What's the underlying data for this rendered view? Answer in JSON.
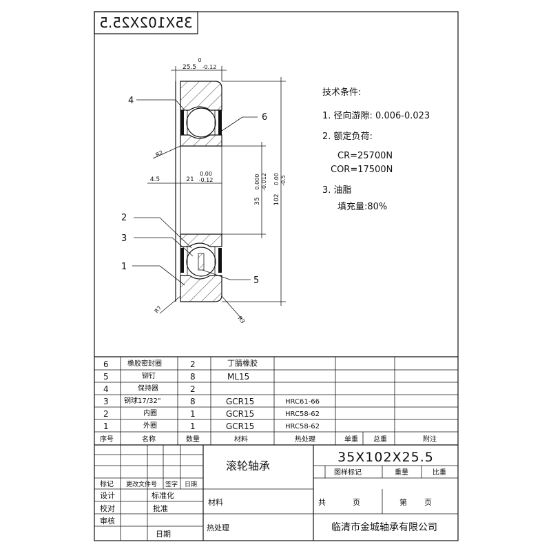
{
  "title_box": {
    "text": "35X102X25.5"
  },
  "dimensions": {
    "width_top": "0",
    "width_main": "25.5",
    "width_tol": "-0.12",
    "offset": "4.5",
    "bore_main": "21",
    "bore_tol_upper": "0.00",
    "bore_tol_lower": "-0.12",
    "inner_d": "35",
    "inner_tol_upper": "0.000",
    "inner_tol_lower": "-0.012",
    "outer_d": "102",
    "outer_tol_upper": "0.00",
    "outer_tol_lower": "-0.5",
    "radius_r2": "R2",
    "radius_r7": "R7",
    "radius_r3": "R3"
  },
  "callouts": [
    "4",
    "6",
    "2",
    "3",
    "1",
    "5"
  ],
  "tech": {
    "heading": "技术条件:",
    "item1": "1. 径向游隙: 0.006-0.023",
    "item2": "2. 额定负荷:",
    "cr": "CR=25700N",
    "cor": "COR=17500N",
    "item3": "3.  油脂",
    "fill": "填充量:80%"
  },
  "bom": {
    "rows": [
      {
        "no": "6",
        "name": "橡胶密封圈",
        "qty": "2",
        "material": "丁腈橡胶",
        "heat": ""
      },
      {
        "no": "5",
        "name": "铆钉",
        "qty": "8",
        "material": "ML15",
        "heat": ""
      },
      {
        "no": "4",
        "name": "保持器",
        "qty": "2",
        "material": "",
        "heat": ""
      },
      {
        "no": "3",
        "name": "钢球17/32\"",
        "qty": "8",
        "material": "GCR15",
        "heat": "HRC61-66"
      },
      {
        "no": "2",
        "name": "内圈",
        "qty": "1",
        "material": "GCR15",
        "heat": "HRC58-62"
      },
      {
        "no": "1",
        "name": "外圈",
        "qty": "1",
        "material": "GCR15",
        "heat": "HRC58-62"
      }
    ],
    "header": {
      "no": "序号",
      "name": "名称",
      "qty": "数量",
      "material": "材料",
      "heat": "热处理",
      "unit_wt": "单重",
      "total_wt": "总重",
      "note": "附注"
    }
  },
  "title_block": {
    "part_name": "滚轮轴承",
    "drawing_no": "35X102X25.5",
    "mark_label": "图样标记",
    "weight_label": "重量",
    "scale_label": "比重",
    "rev_label": "标记",
    "doc_label": "更改文件号",
    "sign_label": "签字",
    "date_label": "日期",
    "design_label": "设计",
    "standard_label": "标准化",
    "check_label": "校对",
    "approve_label": "批准",
    "review_label": "审核",
    "date2_label": "日期",
    "material_label": "材料",
    "heat_label": "热处理",
    "total_label": "共",
    "page_label": "页",
    "sheet_label": "第",
    "sheet_page_label": "页",
    "company": "临清市金城轴承有限公司"
  }
}
